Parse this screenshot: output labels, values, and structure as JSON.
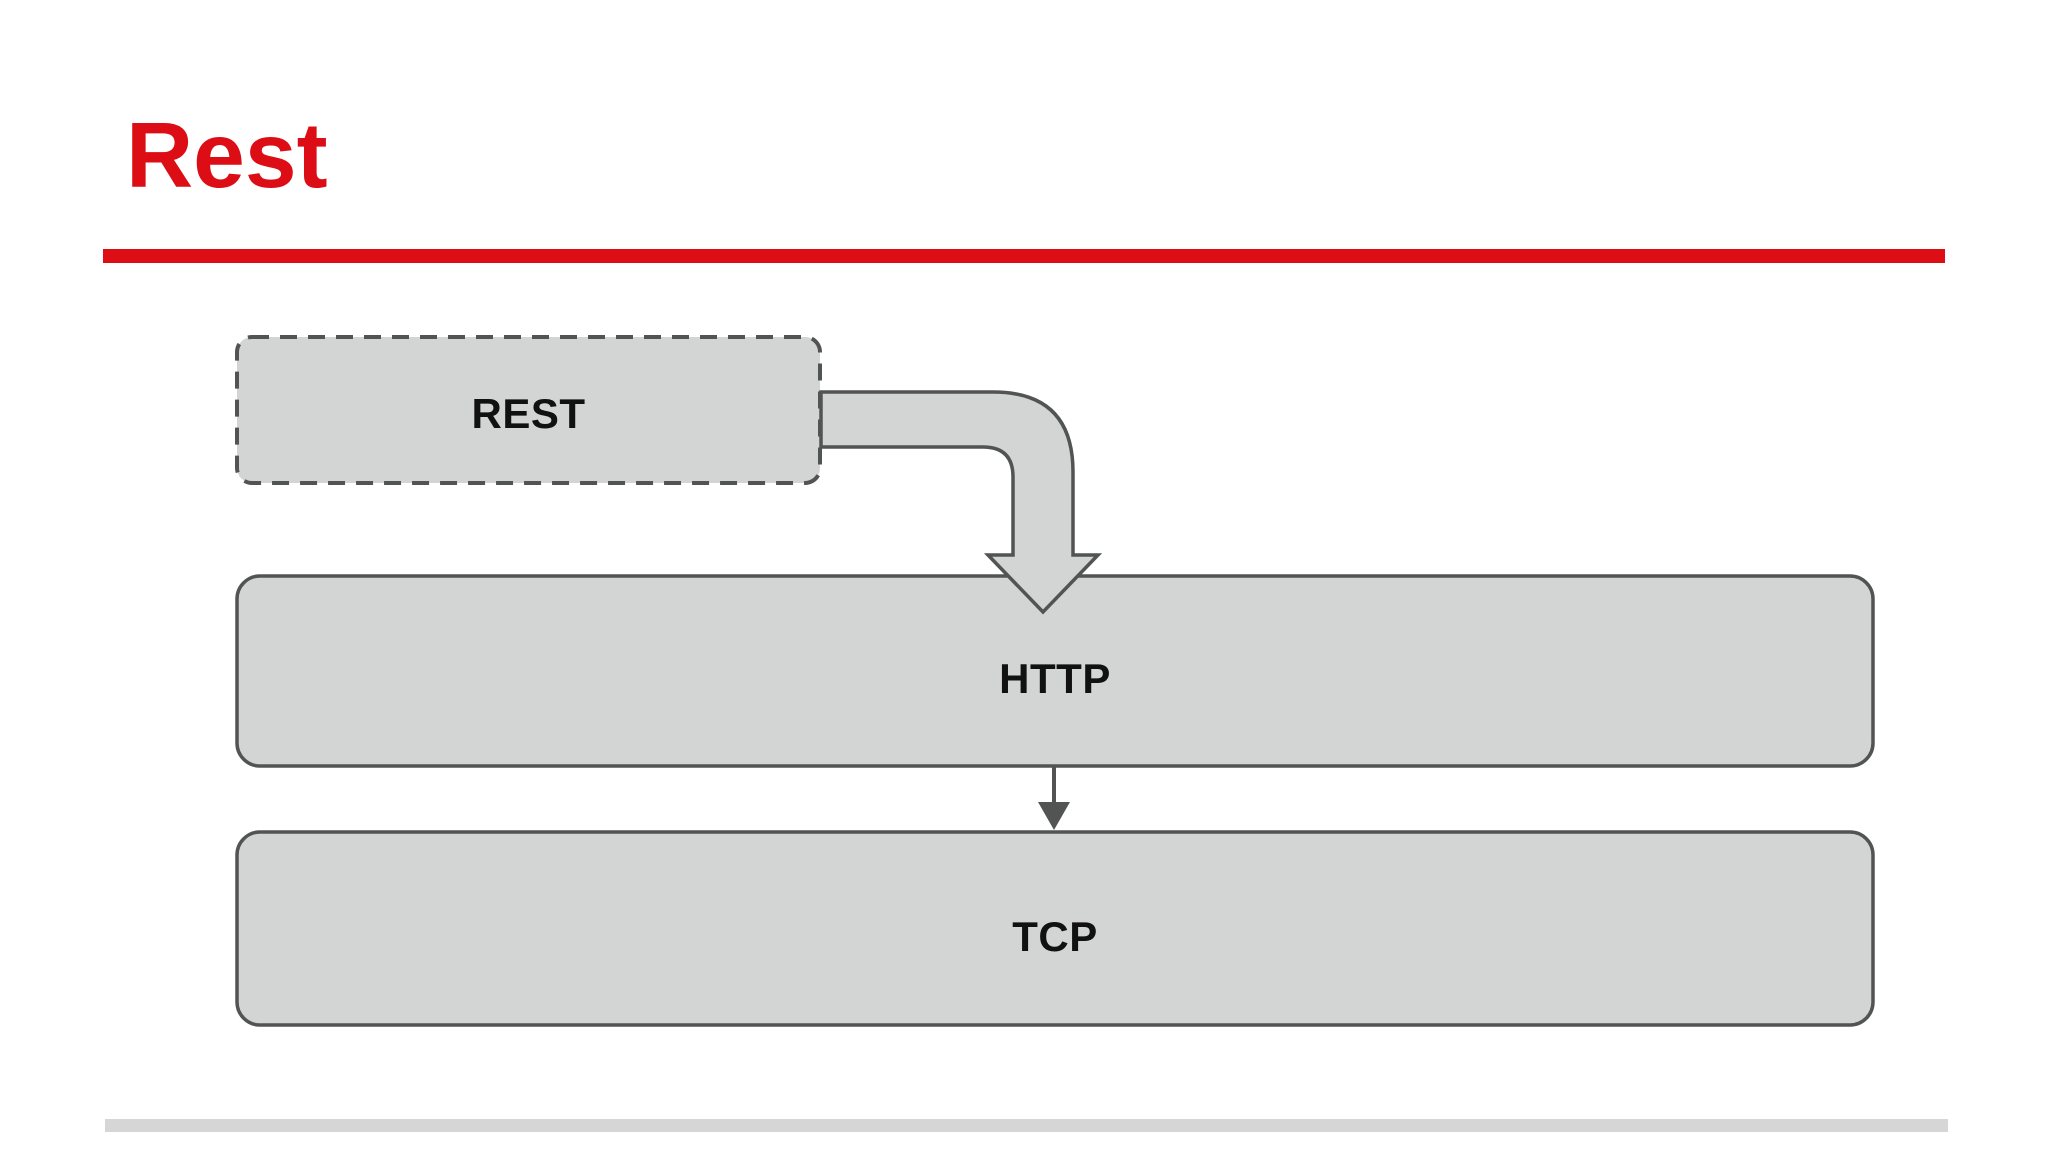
{
  "slide": {
    "title": "Rest",
    "colors": {
      "accent_red": "#dc0d15",
      "box_fill": "#d3d4d4",
      "box_stroke": "#525454",
      "label_text": "#111111",
      "footer_bar": "#d6d6d6"
    },
    "diagram": {
      "rest_box_label": "REST",
      "http_box_label": "HTTP",
      "tcp_box_label": "TCP"
    }
  }
}
